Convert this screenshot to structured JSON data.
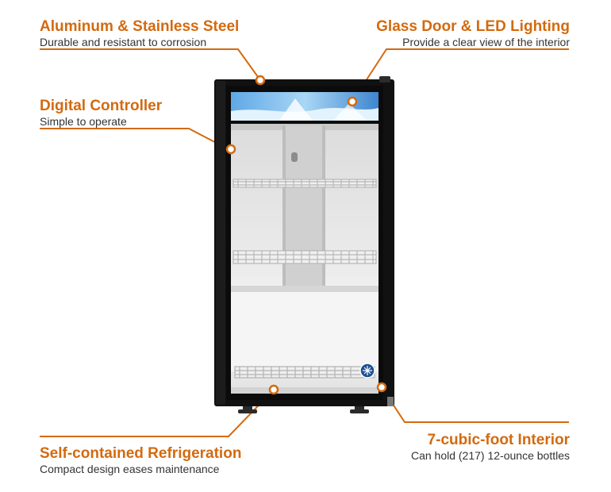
{
  "callouts": {
    "steel": {
      "title": "Aluminum & Stainless Steel",
      "description": "Durable and resistant to corrosion"
    },
    "glass": {
      "title": "Glass Door & LED Lighting",
      "description": "Provide a clear view of the interior"
    },
    "digital": {
      "title": "Digital Controller",
      "description": "Simple to operate"
    },
    "interior": {
      "title": "7-cubic-foot Interior",
      "description": "Can hold (217) 12-ounce bottles"
    },
    "refrigeration": {
      "title": "Self-contained Refrigeration",
      "description": "Compact design eases maintenance"
    }
  },
  "colors": {
    "accent": "#d36a0f",
    "text": "#333333",
    "cabinet": "#111111",
    "interior": "#e9e9e9"
  },
  "icons": {
    "badge": "snowflake-logo-badge"
  }
}
